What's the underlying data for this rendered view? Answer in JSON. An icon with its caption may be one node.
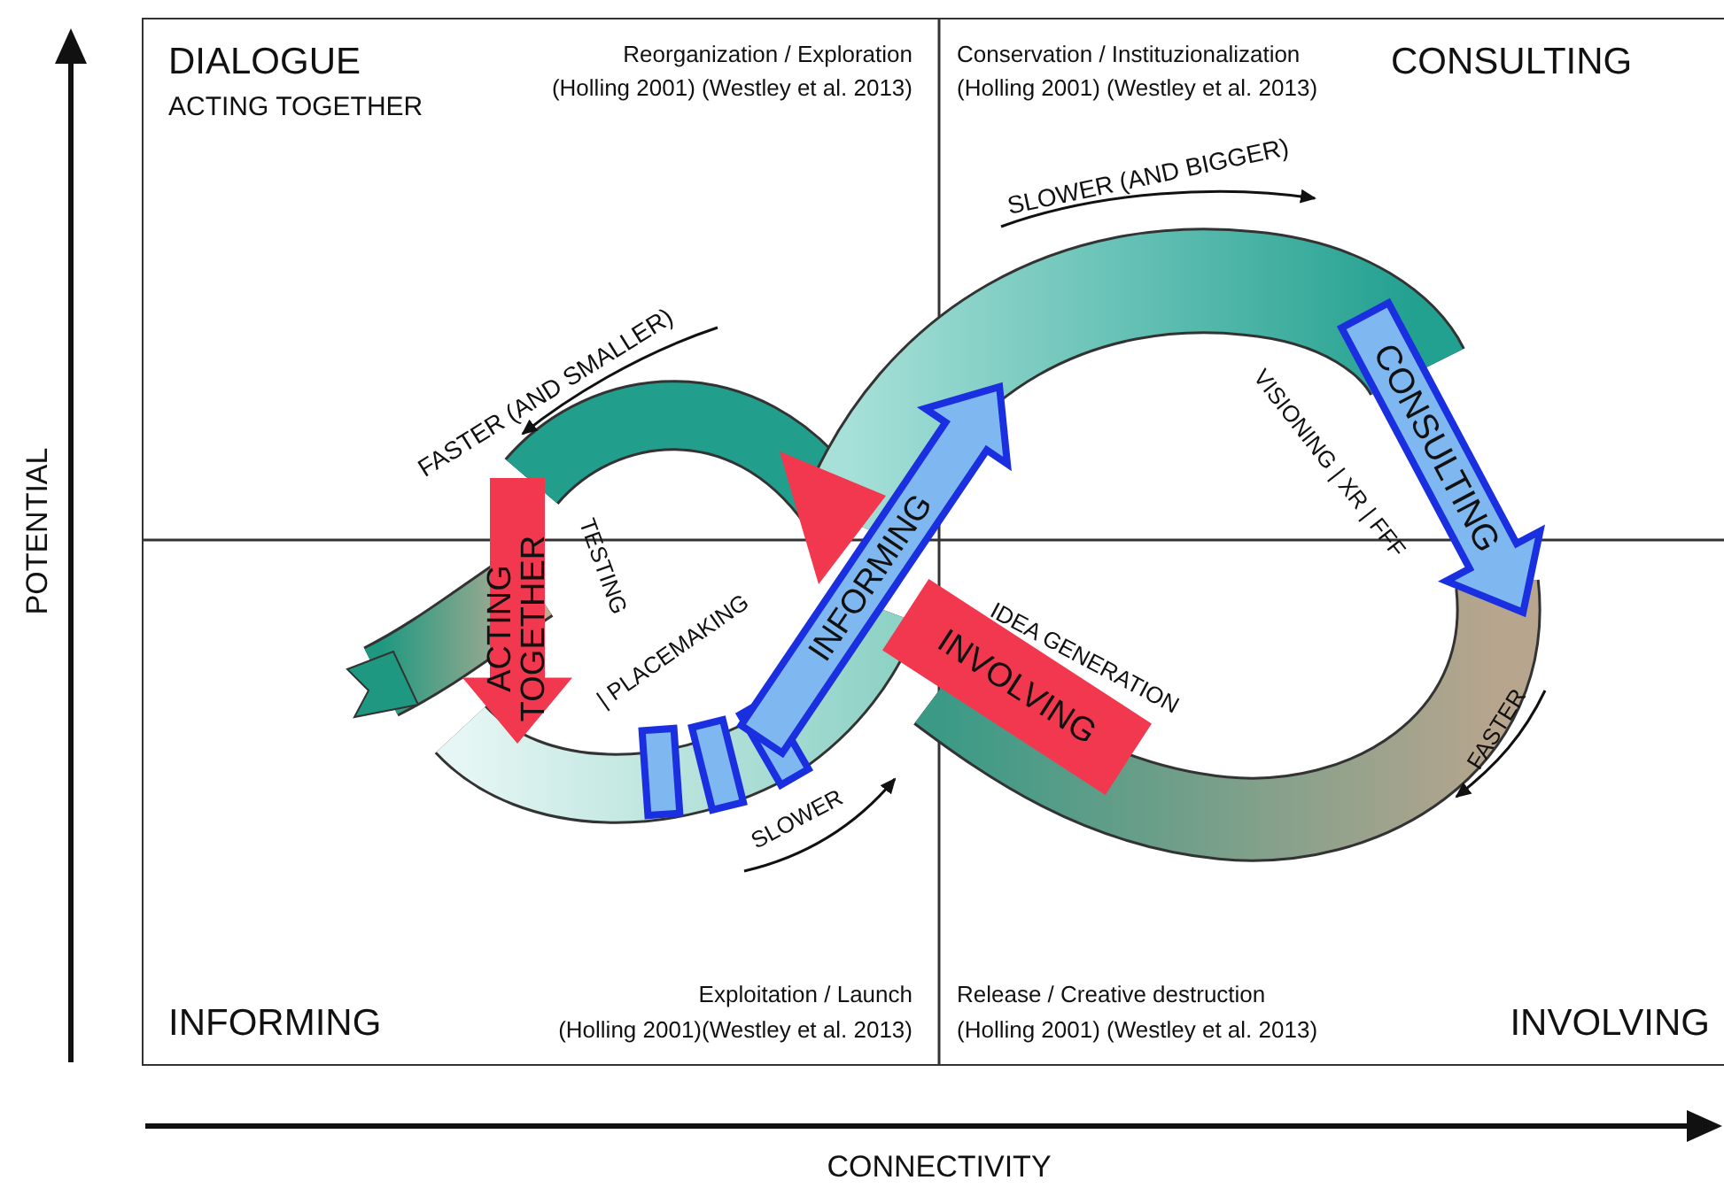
{
  "diagram": {
    "nodes": [
      {
        "text": [
          "ACTING TOGETHER"
        ]
      },
      {
        "text": [
          "INFORMING"
        ]
      },
      {
        "text": [
          "INVOLVING"
        ]
      },
      {
        "text": [
          "CONSULTING"
        ]
      }
    ],
    "labels": [
      "POTENTIAL",
      "DIALOGUE",
      "ACTING TOGETHER",
      "Reorganization / Exploration",
      "(Holling 2001) (Westley et al. 2013)",
      "Conservation / Instituzionalization",
      "(Holling 2001) (Westley et al. 2013)",
      "CONSULTING",
      "SLOWER (AND BIGGER)",
      "FASTER (AND SMALLER)",
      "VISIONING | XR | FFF",
      "TESTING",
      "| PLACEMAKING",
      "IDEA GENERATION",
      "FASTER",
      "SLOWER",
      "INFORMING",
      "Exploitation / Launch",
      "(Holling 2001)(Westley et al. 2013)",
      "Release / Creative destruction",
      "(Holling 2001) (Westley et al. 2013)",
      "INVOLVING",
      "CONNECTIVITY"
    ]
  }
}
